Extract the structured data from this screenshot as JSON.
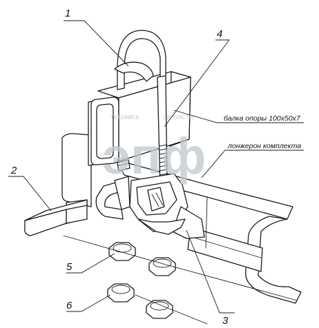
{
  "callouts": [
    {
      "num": "1"
    },
    {
      "num": "2"
    },
    {
      "num": "3"
    },
    {
      "num": "4"
    },
    {
      "num": "5"
    },
    {
      "num": "6"
    }
  ],
  "labels": {
    "beam": "балка опоры 100х50х7",
    "spar": "лонжерон комплекта"
  },
  "watermark": {
    "letters": "эпф",
    "tagline_left": "TECHNIKA",
    "tagline_right": "ЗАПЧАСТИ",
    "color": "#bfc7cf"
  }
}
